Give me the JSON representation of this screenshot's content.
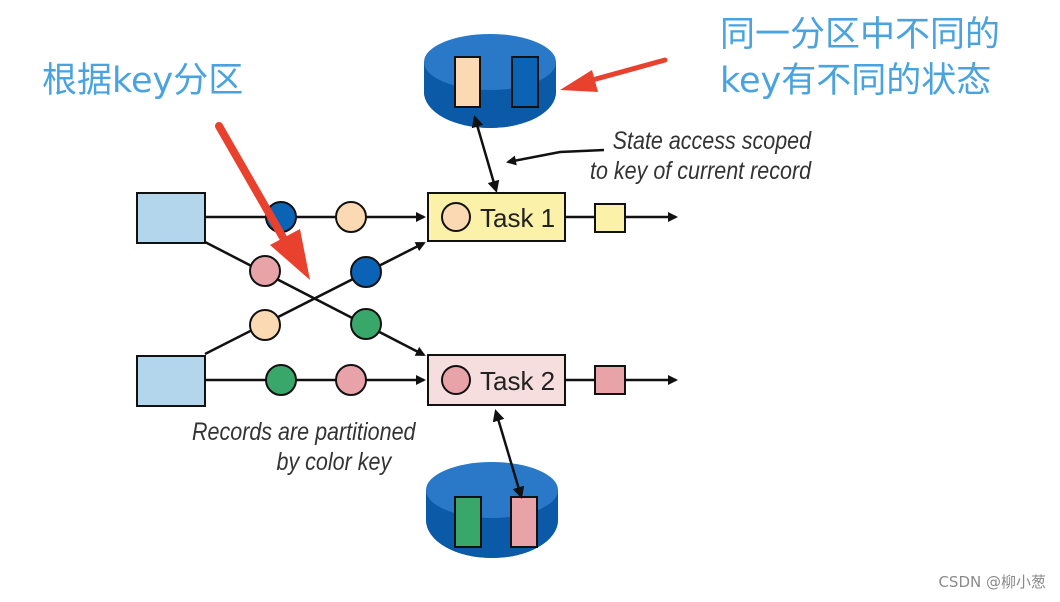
{
  "annotations": {
    "left": "根据key分区",
    "right_line1": "同一分区中不同的",
    "right_line2": "key有不同的状态"
  },
  "notes": {
    "state_line1": "State access scoped",
    "state_line2": "to key of current record",
    "records_line1": "Records are partitioned",
    "records_line2": "by color key"
  },
  "tasks": [
    {
      "label": "Task 1",
      "fill": "#fbf1a8",
      "record_color": "#fbd9b2",
      "output_color": "#fbf1a8"
    },
    {
      "label": "Task 2",
      "fill": "#f7dede",
      "record_color": "#e7a3a8",
      "output_color": "#e7a3a8"
    }
  ],
  "colors": {
    "source": "#b3d6ec",
    "peach": "#fbd9b2",
    "pink": "#e7a3a8",
    "blue": "#0b63b6",
    "green": "#3aa76a",
    "state_store": "#0b63b6",
    "arrow_red": "#e8412e"
  },
  "watermark": "CSDN @柳小葱"
}
